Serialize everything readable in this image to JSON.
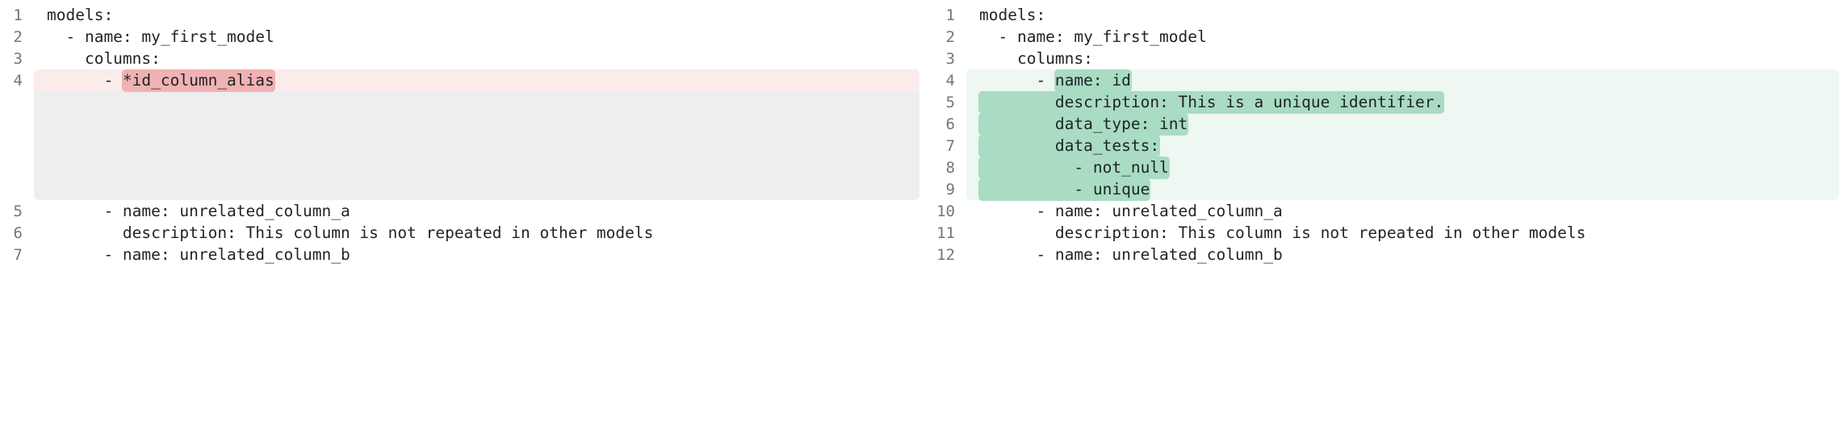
{
  "view": {
    "type": "side-by-side-code-diff",
    "language": "yaml"
  },
  "colors": {
    "deleted_row_bg": "#fbeceb",
    "deleted_inline_bg": "#f0b2b2",
    "added_row_bg": "#eef7f1",
    "added_inline_bg": "#a9dcc3",
    "placeholder_bg": "#edeef0",
    "line_number_fg": "#6e7781",
    "code_fg": "#1f2328",
    "page_bg": "#ffffff"
  },
  "panes": [
    {
      "side": "left",
      "name": "before",
      "lines": [
        {
          "no": "1",
          "text": "models:",
          "type": "context"
        },
        {
          "no": "2",
          "text": "  - name: my_first_model",
          "type": "context"
        },
        {
          "no": "3",
          "text": "    columns:",
          "type": "context"
        },
        {
          "no": "4",
          "prefix": "      - ",
          "highlight": "*id_column_alias",
          "suffix": "",
          "text": "      - *id_column_alias",
          "type": "deleted"
        },
        {
          "no": "",
          "text": "",
          "type": "placeholder"
        },
        {
          "no": "",
          "text": "",
          "type": "placeholder"
        },
        {
          "no": "",
          "text": "",
          "type": "placeholder"
        },
        {
          "no": "",
          "text": "",
          "type": "placeholder"
        },
        {
          "no": "",
          "text": "",
          "type": "placeholder"
        },
        {
          "no": "5",
          "text": "      - name: unrelated_column_a",
          "type": "context"
        },
        {
          "no": "6",
          "text": "        description: This column is not repeated in other models",
          "type": "context"
        },
        {
          "no": "7",
          "text": "      - name: unrelated_column_b",
          "type": "context"
        }
      ]
    },
    {
      "side": "right",
      "name": "after",
      "lines": [
        {
          "no": "1",
          "text": "models:",
          "type": "context"
        },
        {
          "no": "2",
          "text": "  - name: my_first_model",
          "type": "context"
        },
        {
          "no": "3",
          "text": "    columns:",
          "type": "context"
        },
        {
          "no": "4",
          "prefix": "      - ",
          "highlight": "name: id",
          "suffix": "",
          "text": "      - name: id",
          "type": "added"
        },
        {
          "no": "5",
          "prefix": "",
          "highlight": "        description: This is a unique identifier.",
          "suffix": "",
          "text": "        description: This is a unique identifier.",
          "type": "added"
        },
        {
          "no": "6",
          "prefix": "",
          "highlight": "        data_type: int",
          "suffix": "",
          "text": "        data_type: int",
          "type": "added"
        },
        {
          "no": "7",
          "prefix": "",
          "highlight": "        data_tests:",
          "suffix": "",
          "text": "        data_tests:",
          "type": "added"
        },
        {
          "no": "8",
          "prefix": "",
          "highlight": "          - not_null",
          "suffix": "",
          "text": "          - not_null",
          "type": "added"
        },
        {
          "no": "9",
          "prefix": "",
          "highlight": "          - unique",
          "suffix": "",
          "text": "          - unique",
          "type": "added"
        },
        {
          "no": "10",
          "text": "      - name: unrelated_column_a",
          "type": "context"
        },
        {
          "no": "11",
          "text": "        description: This column is not repeated in other models",
          "type": "context"
        },
        {
          "no": "12",
          "text": "      - name: unrelated_column_b",
          "type": "context"
        }
      ]
    }
  ]
}
